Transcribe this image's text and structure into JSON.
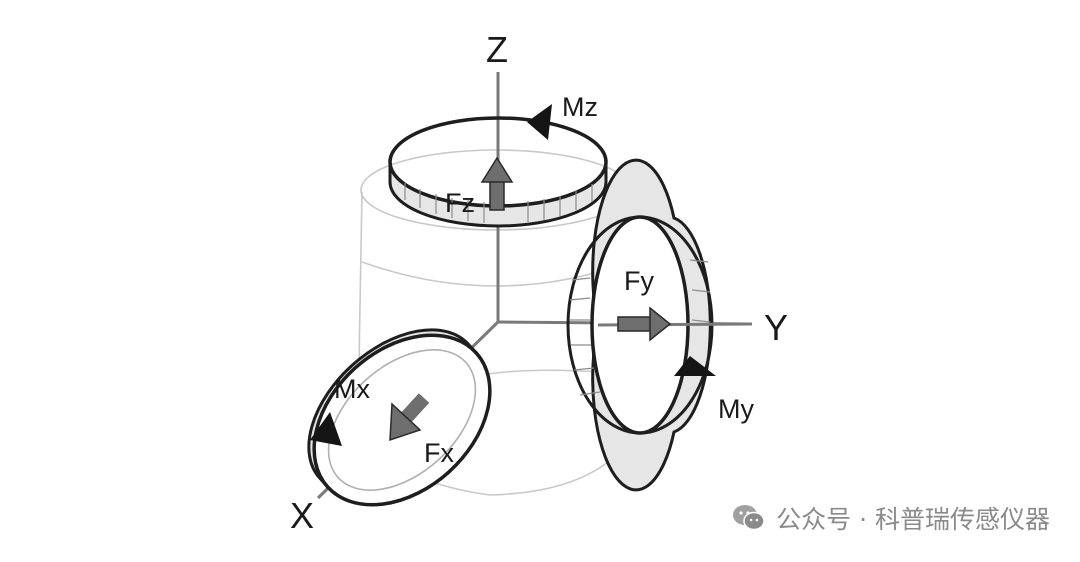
{
  "axes": {
    "z": "Z",
    "y": "Y",
    "x": "X"
  },
  "forces": {
    "fz": "Fz",
    "fy": "Fy",
    "fx": "Fx"
  },
  "moments": {
    "mz": "Mz",
    "my": "My",
    "mx": "Mx"
  },
  "watermark": {
    "text": "公众号 · 科普瑞传感仪器",
    "icon": "wechat-icon"
  }
}
